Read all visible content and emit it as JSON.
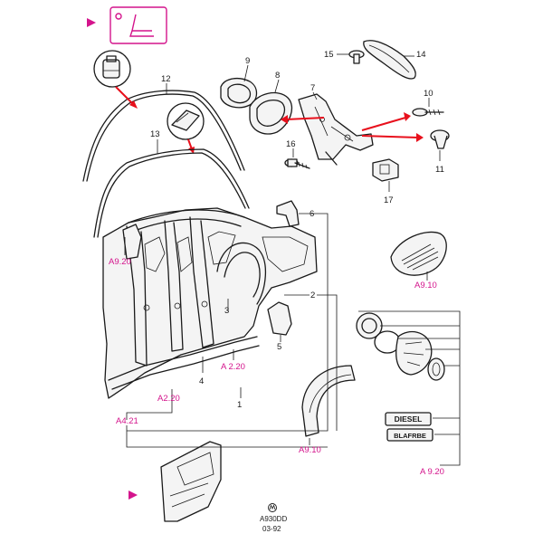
{
  "colors": {
    "accent_magenta": "#d4148c",
    "arrow_red": "#e8101c",
    "line": "#1a1a1a"
  },
  "icons": {
    "seat": "seat-icon",
    "marker": "triangle-marker-icon"
  },
  "callouts": {
    "c1": "1",
    "c2": "2",
    "c3": "3",
    "c4": "4",
    "c5": "5",
    "c6": "6",
    "c7": "7",
    "c8": "8",
    "c9": "9",
    "c10": "10",
    "c11": "11",
    "c12": "12",
    "c13": "13",
    "c14": "14",
    "c15": "15",
    "c16": "16",
    "c17": "17"
  },
  "refs": {
    "a9_20_left": "A9.20",
    "a2_20_mid": "A 2.20",
    "a2_20_low": "A2.20",
    "a4_21": "A4.21",
    "a9_10_right": "A9.10",
    "a9_10_wheel": "A9.10",
    "a9_20_bottom": "A 9.20"
  },
  "badges": {
    "diesel": "DIESEL",
    "second": "BLAFRBE"
  },
  "footer": {
    "code": "A930DD",
    "date": "03-92"
  }
}
